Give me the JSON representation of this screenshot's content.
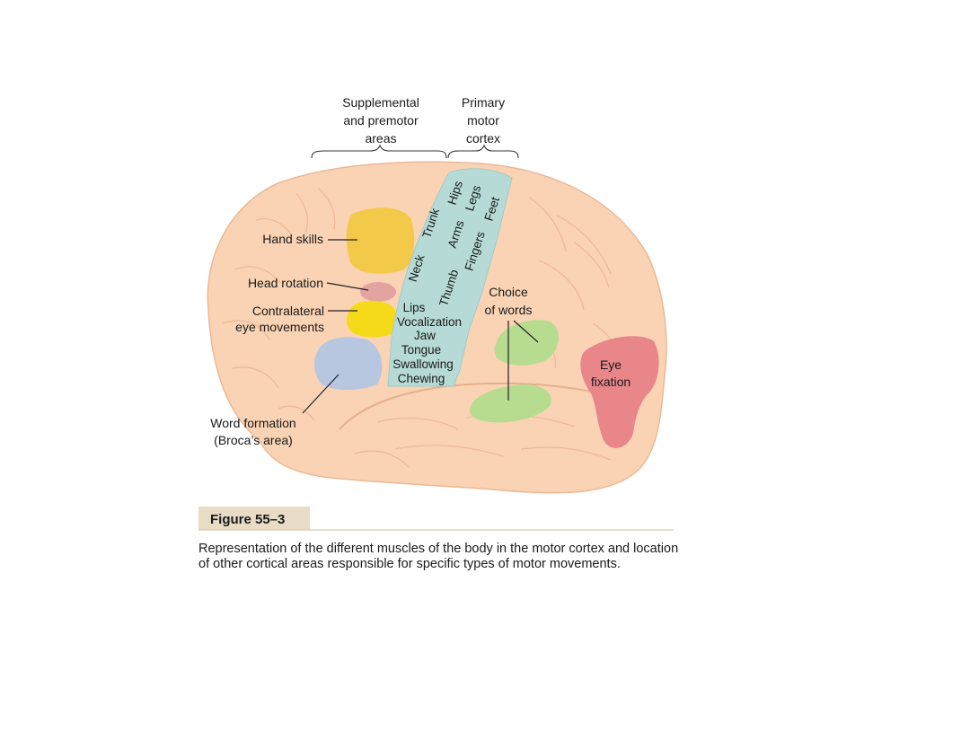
{
  "header": {
    "supplemental": [
      "Supplemental",
      "and premotor",
      "areas"
    ],
    "primary": [
      "Primary",
      "motor",
      "cortex"
    ]
  },
  "motor_strip": {
    "rotated": [
      "Hips",
      "Trunk",
      "Legs",
      "Feet",
      "Neck",
      "Arms",
      "Fingers",
      "Thumb"
    ],
    "stacked": [
      "Lips",
      "Vocalization",
      "Jaw",
      "Tongue",
      "Swallowing",
      "Chewing"
    ]
  },
  "callouts": {
    "hand_skills": "Hand skills",
    "head_rotation": "Head rotation",
    "contralateral": [
      "Contralateral",
      "eye movements"
    ],
    "word_formation": [
      "Word formation",
      "(Broca’s area)"
    ],
    "choice_of_words": [
      "Choice",
      "of words"
    ],
    "eye_fixation": [
      "Eye",
      "fixation"
    ]
  },
  "figure": {
    "label": "Figure 55–3",
    "caption": "Representation of the different muscles of the body in the motor cortex and location of other cortical areas responsible for specific types of motor movements."
  },
  "colors": {
    "brain": "#f9d3b4",
    "brain_outline": "#eab995",
    "motor_strip": "#b6dbd6",
    "hand_skills": "#f3c94a",
    "head_rotation": "#e3a3a0",
    "eye_movements": "#f5da1a",
    "broca": "#b7c7e0",
    "choice_of_words": "#b8dc8f",
    "eye_fixation": "#e8868a",
    "figure_bar": "#e9dcc6"
  }
}
